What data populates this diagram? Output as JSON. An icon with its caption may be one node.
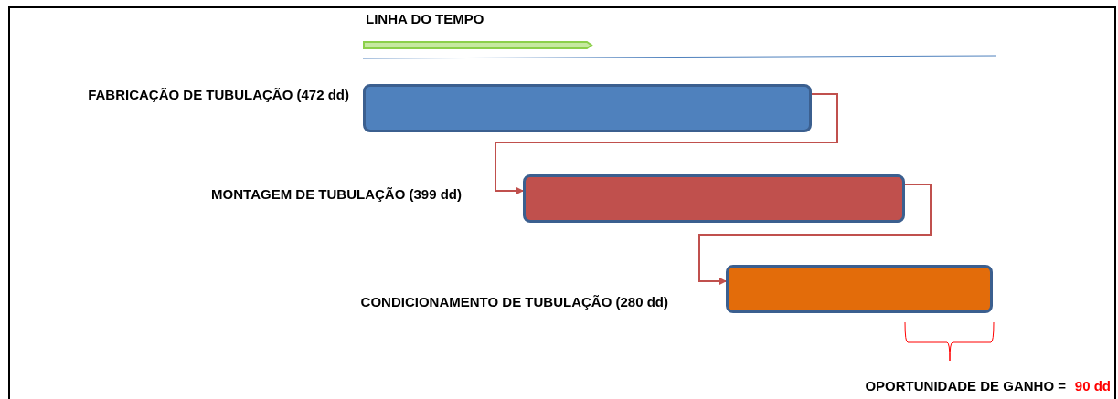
{
  "diagram": {
    "nodes": [
      {
        "text": [],
        "shape": "bar"
      },
      {
        "text": [],
        "shape": "bar"
      },
      {
        "text": [],
        "shape": "bar"
      }
    ],
    "edges": [
      {
        "from": 0,
        "to": 1,
        "arrow": "to"
      },
      {
        "from": 1,
        "to": 2,
        "arrow": "to"
      }
    ],
    "labels": [
      "LINHA DO TEMPO",
      "FABRICAÇÃO DE TUBULAÇÃO (472 dd)",
      "MONTAGEM DE TUBULAÇÃO (399 dd)",
      "CONDICIONAMENTO DE TUBULAÇÃO (280 dd)",
      "OPORTUNIDADE DE GANHO =",
      "90 dd"
    ]
  }
}
